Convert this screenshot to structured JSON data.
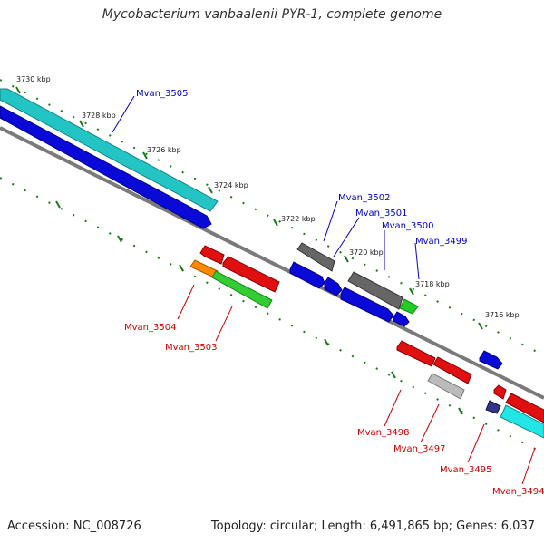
{
  "title": "Mycobacterium vanbaalenii PYR-1, complete genome",
  "footer": {
    "accession": "Accession: NC_008726",
    "summary": "Topology: circular; Length: 6,491,865 bp; Genes: 6,037"
  },
  "colors": {
    "forward_label": "#0000cc",
    "reverse_label": "#cc0000",
    "tick": "#1a7a1a",
    "backbone": "#888888"
  },
  "ticks": [
    {
      "label": "3730 kbp"
    },
    {
      "label": "3728 kbp"
    },
    {
      "label": "3726 kbp"
    },
    {
      "label": "3724 kbp"
    },
    {
      "label": "3722 kbp"
    },
    {
      "label": "3720 kbp"
    },
    {
      "label": "3718 kbp"
    },
    {
      "label": "3716 kbp"
    }
  ],
  "genes": [
    {
      "label": "Mvan_3505",
      "strand": "forward"
    },
    {
      "label": "Mvan_3502",
      "strand": "forward"
    },
    {
      "label": "Mvan_3501",
      "strand": "forward"
    },
    {
      "label": "Mvan_3500",
      "strand": "forward"
    },
    {
      "label": "Mvan_3499",
      "strand": "forward"
    },
    {
      "label": "Mvan_3504",
      "strand": "reverse"
    },
    {
      "label": "Mvan_3503",
      "strand": "reverse"
    },
    {
      "label": "Mvan_3498",
      "strand": "reverse"
    },
    {
      "label": "Mvan_3497",
      "strand": "reverse"
    },
    {
      "label": "Mvan_3495",
      "strand": "reverse"
    },
    {
      "label": "Mvan_3494",
      "strand": "reverse"
    }
  ]
}
